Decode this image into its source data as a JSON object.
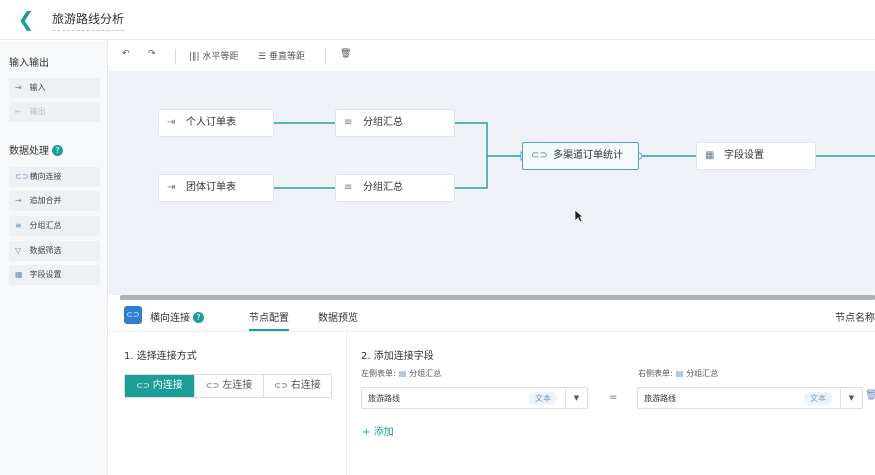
{
  "header": {
    "title": "旅游路线分析"
  },
  "sidebar": {
    "io_title": "输入输出",
    "io_items": [
      {
        "label": "输入",
        "icon": "login-icon",
        "disabled": false
      },
      {
        "label": "输出",
        "icon": "export-icon",
        "disabled": true
      }
    ],
    "proc_title": "数据处理",
    "proc_items": [
      {
        "label": "横向连接",
        "icon": "link-icon"
      },
      {
        "label": "追加合并",
        "icon": "merge-icon"
      },
      {
        "label": "分组汇总",
        "icon": "list-icon"
      },
      {
        "label": "数据筛选",
        "icon": "filter-icon"
      },
      {
        "label": "字段设置",
        "icon": "table-icon"
      }
    ]
  },
  "toolbar": {
    "undo": "undo-icon",
    "redo": "redo-icon",
    "h_space": "水平等距",
    "v_space": "垂直等距",
    "delete": "trash-icon"
  },
  "canvas": {
    "nodes": {
      "personal_order": "个人订单表",
      "group_summary_1": "分组汇总",
      "group_order": "团体订单表",
      "group_summary_2": "分组汇总",
      "multi_channel": "多渠道订单统计",
      "field_settings": "字段设置"
    },
    "selected_node": "多渠道订单统计"
  },
  "panel": {
    "node_label": "横向连接",
    "tabs": [
      "节点配置",
      "数据预览"
    ],
    "active_tab": "节点配置",
    "right_label": "节点名称",
    "step1": "1. 选择连接方式",
    "join_types": [
      "内连接",
      "左连接",
      "右连接"
    ],
    "active_join": "内连接",
    "step2": "2. 添加连接字段",
    "left_table_label": "左侧表单:",
    "left_table_name": "分组汇总",
    "right_table_label": "右侧表单:",
    "right_table_name": "分组汇总",
    "left_field": {
      "value": "旅游路线",
      "type": "文本"
    },
    "right_field": {
      "value": "旅游路线",
      "type": "文本"
    },
    "equals": "=",
    "add_label": "添加"
  },
  "colors": {
    "accent": "#1a9e96",
    "selected_border": "#5b9bd5",
    "canvas_bg": "#eef1f6"
  }
}
